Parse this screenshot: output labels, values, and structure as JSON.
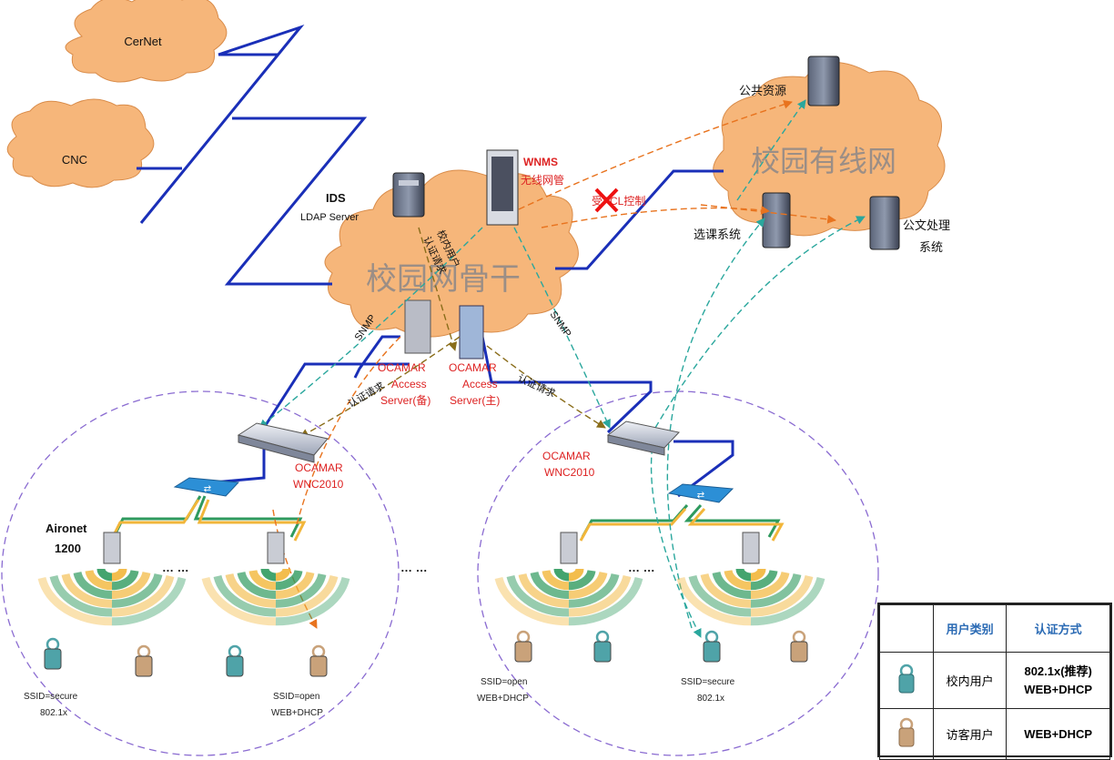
{
  "clouds": {
    "cernet": "CerNet",
    "cnc": "CNC",
    "backbone": "校园网骨干",
    "wired": "校园有线网"
  },
  "servers": {
    "ids_line1": "IDS",
    "ids_line2": "LDAP Server",
    "wnms_line1": "WNMS",
    "wnms_line2": "无线网管",
    "public": "公共资源",
    "course": "选课系统",
    "doc_line1": "公文处理",
    "doc_line2": "系统",
    "backup_line1": "OCAMAR",
    "backup_line2": "Access",
    "backup_line3": "Server(备)",
    "main_line1": "OCAMAR",
    "main_line2": "Access",
    "main_line3": "Server(主)"
  },
  "controllers": {
    "left_line1": "OCAMAR",
    "left_line2": "WNC2010",
    "right_line1": "OCAMAR",
    "right_line2": "WNC2010"
  },
  "links": {
    "acl": "受ACL控制",
    "snmp_left": "SNMP",
    "snmp_right": "SNMP",
    "auth_left": "认证请求",
    "auth_right": "认证请求",
    "auth_center_1": "校内用户",
    "auth_center_2": "认证请求"
  },
  "ap": {
    "model_line1": "Aironet",
    "model_line2": "1200",
    "dots": "… …",
    "mid_dots": "… …"
  },
  "ssid": {
    "a_line1": "SSID=secure",
    "a_line2": "802.1x",
    "b_line1": "SSID=open",
    "b_line2": "WEB+DHCP",
    "c_line1": "SSID=open",
    "c_line2": "WEB+DHCP",
    "d_line1": "SSID=secure",
    "d_line2": "802.1x"
  },
  "legend": {
    "header_type": "用户类别",
    "header_auth": "认证方式",
    "rows": [
      {
        "type": "校内用户",
        "auth_line1": "802.1x(推荐)",
        "auth_line2": "WEB+DHCP",
        "icon": "campus-user-icon",
        "color": "#4fa3a8"
      },
      {
        "type": "访客用户",
        "auth_line1": "WEB+DHCP",
        "auth_line2": "",
        "icon": "guest-user-icon",
        "color": "#c9a27a"
      }
    ]
  },
  "colors": {
    "cloud_fill": "#f6b67a",
    "link_blue": "#1a2fb8",
    "arrow_orange": "#e8731e",
    "arrow_teal": "#2aa79d",
    "arrow_olive": "#8a6d1a",
    "wave_green": "#2f9a5e",
    "wave_yellow": "#f2b63a",
    "circle_purple": "#8a6bd1"
  }
}
